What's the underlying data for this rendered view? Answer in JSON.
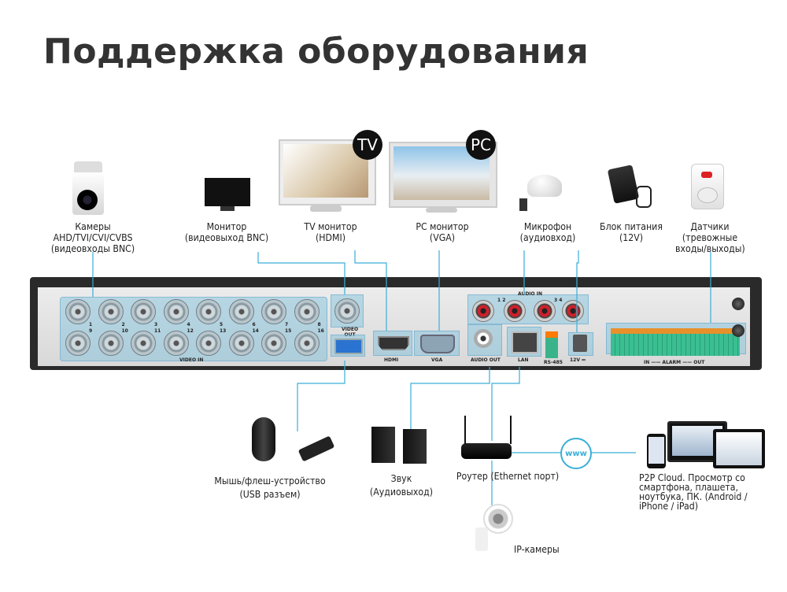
{
  "title": "Поддержка оборудования",
  "top_labels": {
    "cameras": [
      "Камеры",
      "AHD/TVI/CVI/CVBS",
      "(видеовходы BNC)"
    ],
    "monitor": [
      "Монитор",
      "(видеовыход BNC)"
    ],
    "tv": [
      "TV монитор",
      "(HDMI)"
    ],
    "pc": [
      "PC монитор",
      "(VGA)"
    ],
    "mic": [
      "Микрофон",
      "(аудиовход)"
    ],
    "power": [
      "Блок питания",
      "(12V)"
    ],
    "sensors": [
      "Датчики",
      "(тревожные",
      "входы/выходы)"
    ]
  },
  "badges": {
    "tv": "TV",
    "pc": "PC"
  },
  "bottom_labels": {
    "mouse": [
      "Мышь/флеш-устройство",
      "(USB разъем)"
    ],
    "sound": [
      "Звук",
      "(Аудиовыход)"
    ],
    "router": "Роутер (Ethernet порт)",
    "cloud": [
      "P2P Cloud. Просмотр со",
      "смартфона, плашета,",
      "ноутбука, ПК. (Android /",
      "iPhone / iPad)"
    ],
    "ipcam": "IP-камеры",
    "www": "www"
  },
  "panel": {
    "video_in": "VIDEO IN",
    "video_out": [
      "VIDEO",
      "OUT"
    ],
    "hdmi": "HDMI",
    "vga": "VGA",
    "audio_in": "AUDIO IN",
    "audio_in_groups": [
      "1 2",
      "3 4"
    ],
    "audio_out": "AUDIO OUT",
    "lan": "LAN",
    "rs485": "RS-485",
    "dc": "12V ⎓",
    "alarm": "IN —— ALARM —— OUT",
    "channel_numbers": [
      "1",
      "2",
      "3",
      "4",
      "5",
      "6",
      "7",
      "8",
      "9",
      "10",
      "11",
      "12",
      "13",
      "14",
      "15",
      "16"
    ]
  },
  "colors": {
    "line": "#3aaed8",
    "highlight": "#8cc8e0"
  }
}
